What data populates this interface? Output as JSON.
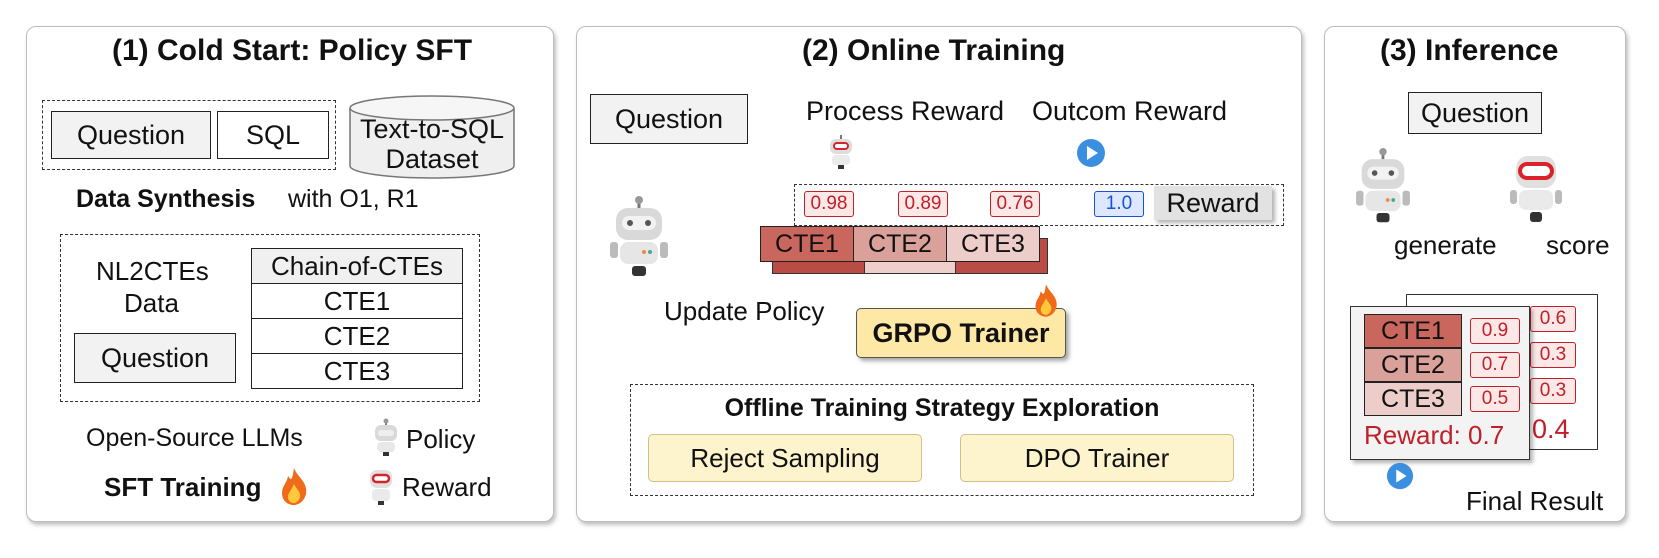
{
  "panel1": {
    "title": "(1) Cold Start: Policy SFT",
    "question": "Question",
    "sql": "SQL",
    "dataset_line1": "Text-to-SQL",
    "dataset_line2": "Dataset",
    "data_synthesis": "Data Synthesis",
    "synthesis_with": "with O1, R1",
    "nl2ctes_line1": "NL2CTEs",
    "nl2ctes_line2": "Data",
    "question2": "Question",
    "chain_header": "Chain-of-CTEs",
    "cte1": "CTE1",
    "cte2": "CTE2",
    "cte3": "CTE3",
    "open_source": "Open-Source LLMs",
    "policy": "Policy",
    "reward": "Reward",
    "sft_training": "SFT Training"
  },
  "panel2": {
    "title": "(2) Online Training",
    "question": "Question",
    "process_reward": "Process Reward",
    "outcome_reward": "Outcom Reward",
    "scores": [
      "0.98",
      "0.89",
      "0.76"
    ],
    "outcome_score": "1.0",
    "reward_label": "Reward",
    "ctes": [
      "CTE1",
      "CTE2",
      "CTE3"
    ],
    "update_policy": "Update Policy",
    "grpo_trainer": "GRPO Trainer",
    "offline_title": "Offline Training Strategy Exploration",
    "reject_sampling": "Reject Sampling",
    "dpo_trainer": "DPO Trainer"
  },
  "panel3": {
    "title": "(3) Inference",
    "question": "Question",
    "generate": "generate",
    "score": "score",
    "ctes": [
      "CTE1",
      "CTE2",
      "CTE3"
    ],
    "scores": [
      "0.9",
      "0.7",
      "0.5"
    ],
    "back_scores": [
      "0.6",
      "0.3",
      "0.3"
    ],
    "back_total": "0.4",
    "reward_text": "Reward: 0.7",
    "final_result": "Final Result"
  },
  "colors": {
    "cte_dark": "#c9675f",
    "cte_mid": "#daa09a",
    "cte_light": "#edcdc9",
    "score_red": "#c0202a",
    "outcome_blue": "#1a4fd6",
    "arrow_red": "#c0202a",
    "yellow_fill": "#fdf3cd"
  }
}
